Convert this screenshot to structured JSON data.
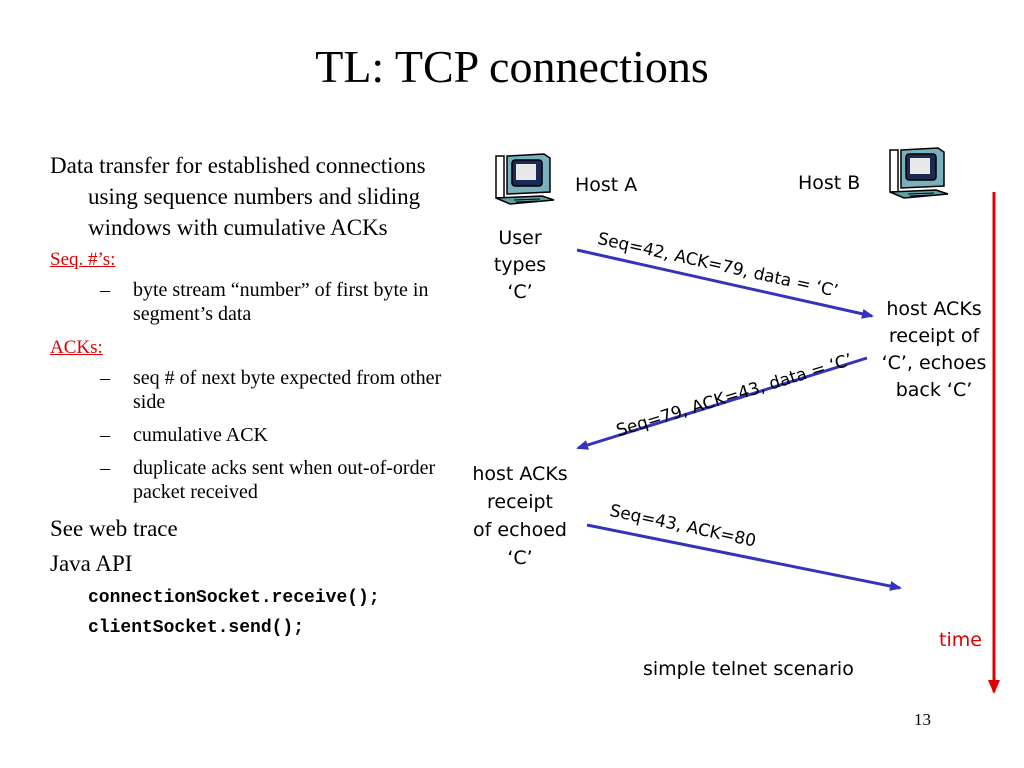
{
  "slide": {
    "title": "TL: TCP connections",
    "page_number": "13"
  },
  "left": {
    "intro": "Data transfer for established connections using sequence numbers and sliding windows with cumulative ACKs",
    "seq_heading": "Seq. #’s:",
    "seq_items": [
      "byte stream “number” of first byte in segment’s data"
    ],
    "ack_heading": "ACKs:",
    "ack_items": [
      "seq # of next byte expected from other side",
      "cumulative ACK",
      "duplicate acks sent when out-of-order packet received"
    ],
    "see_trace": "See web trace",
    "java_api": "Java API",
    "code_lines": [
      "connectionSocket.receive();",
      "clientSocket.send();"
    ],
    "dash": "–"
  },
  "diagram": {
    "host_a": "Host A",
    "host_b": "Host B",
    "user_types": [
      "User",
      "types",
      "‘C’"
    ],
    "msg1": "Seq=42, ACK=79, data = ‘C’",
    "host_b_note": [
      "host ACKs",
      "receipt of",
      "‘C’, echoes",
      "back ‘C’"
    ],
    "msg2": "Seq=79, ACK=43, data = ‘C’",
    "host_a_note": [
      "host ACKs",
      "receipt",
      "of echoed",
      "‘C’"
    ],
    "msg3": "Seq=43, ACK=80",
    "time_label": "time",
    "caption": "simple telnet scenario",
    "arrow_color": "#3333bb",
    "time_color": "#e00000",
    "host_icon": "computer-icon"
  }
}
